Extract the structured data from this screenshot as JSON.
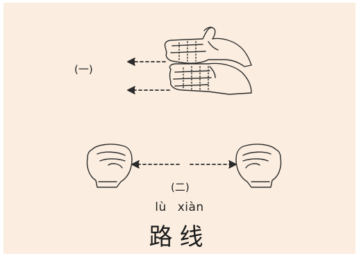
{
  "step_one": {
    "label": "(一)",
    "icon": "open-hands-sliding-left"
  },
  "step_two": {
    "label": "(二)",
    "icon": "fists-pulling-apart"
  },
  "word": {
    "pinyin_1": "lù",
    "pinyin_2": "xiàn",
    "characters": "路线"
  }
}
